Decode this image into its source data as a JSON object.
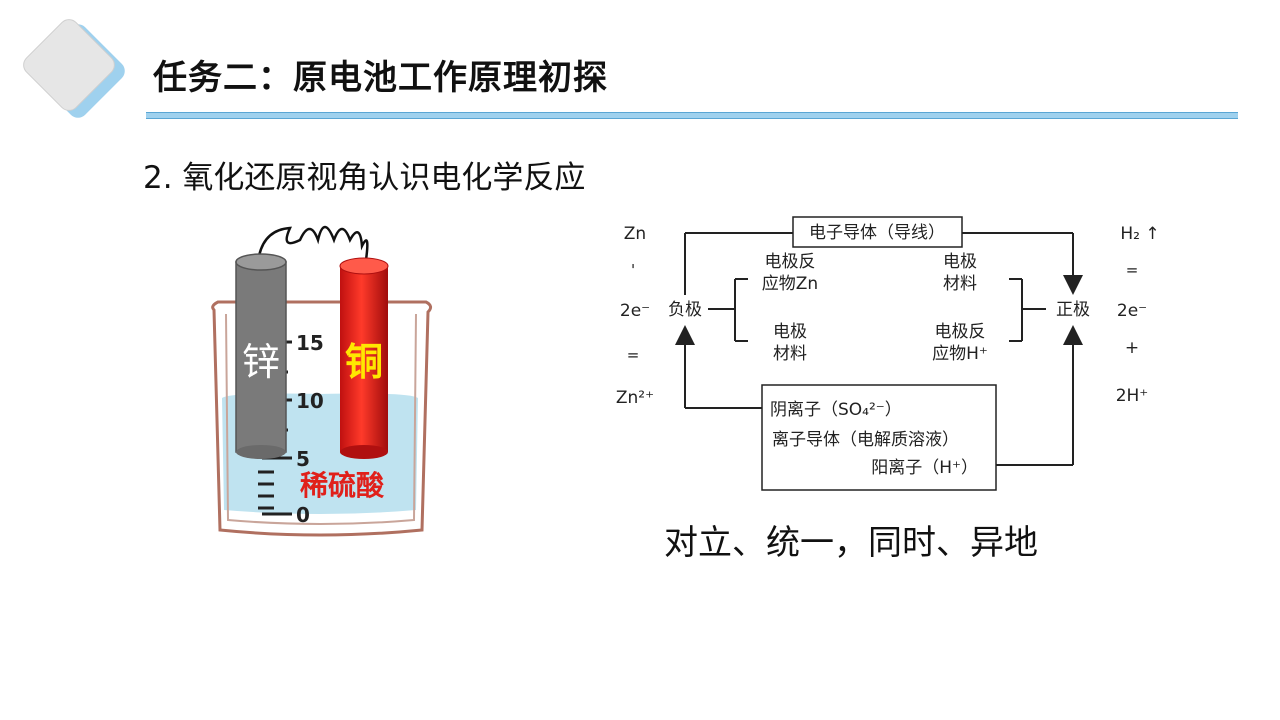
{
  "slide": {
    "title": "任务二：原电池工作原理初探",
    "subtitle": "2. 氧化还原视角认识电化学反应",
    "summary": "对立、统一，同时、异地"
  },
  "beaker": {
    "zinc_label": "锌",
    "copper_label": "铜",
    "solution_label": "稀硫酸",
    "scale": [
      "15",
      "10",
      "5",
      "0"
    ]
  },
  "diagram": {
    "wire_label": "电子导体（导线）",
    "negative": "负极",
    "positive": "正极",
    "neg_reactant_1": "电极反",
    "neg_reactant_2": "应物Zn",
    "neg_material_1": "电极",
    "neg_material_2": "材料",
    "pos_material_1": "电极",
    "pos_material_2": "材料",
    "pos_reactant_1": "电极反",
    "pos_reactant_2": "应物H⁺",
    "anion": "阴离子（SO₄²⁻）",
    "ion_conductor": "离子导体（电解质溶液）",
    "cation": "阳离子（H⁺）",
    "left_eq": [
      "Zn",
      "'",
      "2e⁻",
      "=",
      "Zn²⁺"
    ],
    "right_eq": [
      "H₂ ↑",
      "=",
      "2e⁻",
      "+",
      "2H⁺"
    ]
  },
  "colors": {
    "title_line": "#9fd1ee",
    "zinc": "#7a7a7a",
    "copper": "#e0201a",
    "copper_label": "#ffe800",
    "solution": "#bfe3f0",
    "acid_label": "#e0201a",
    "beaker_rim": "#b07060"
  }
}
